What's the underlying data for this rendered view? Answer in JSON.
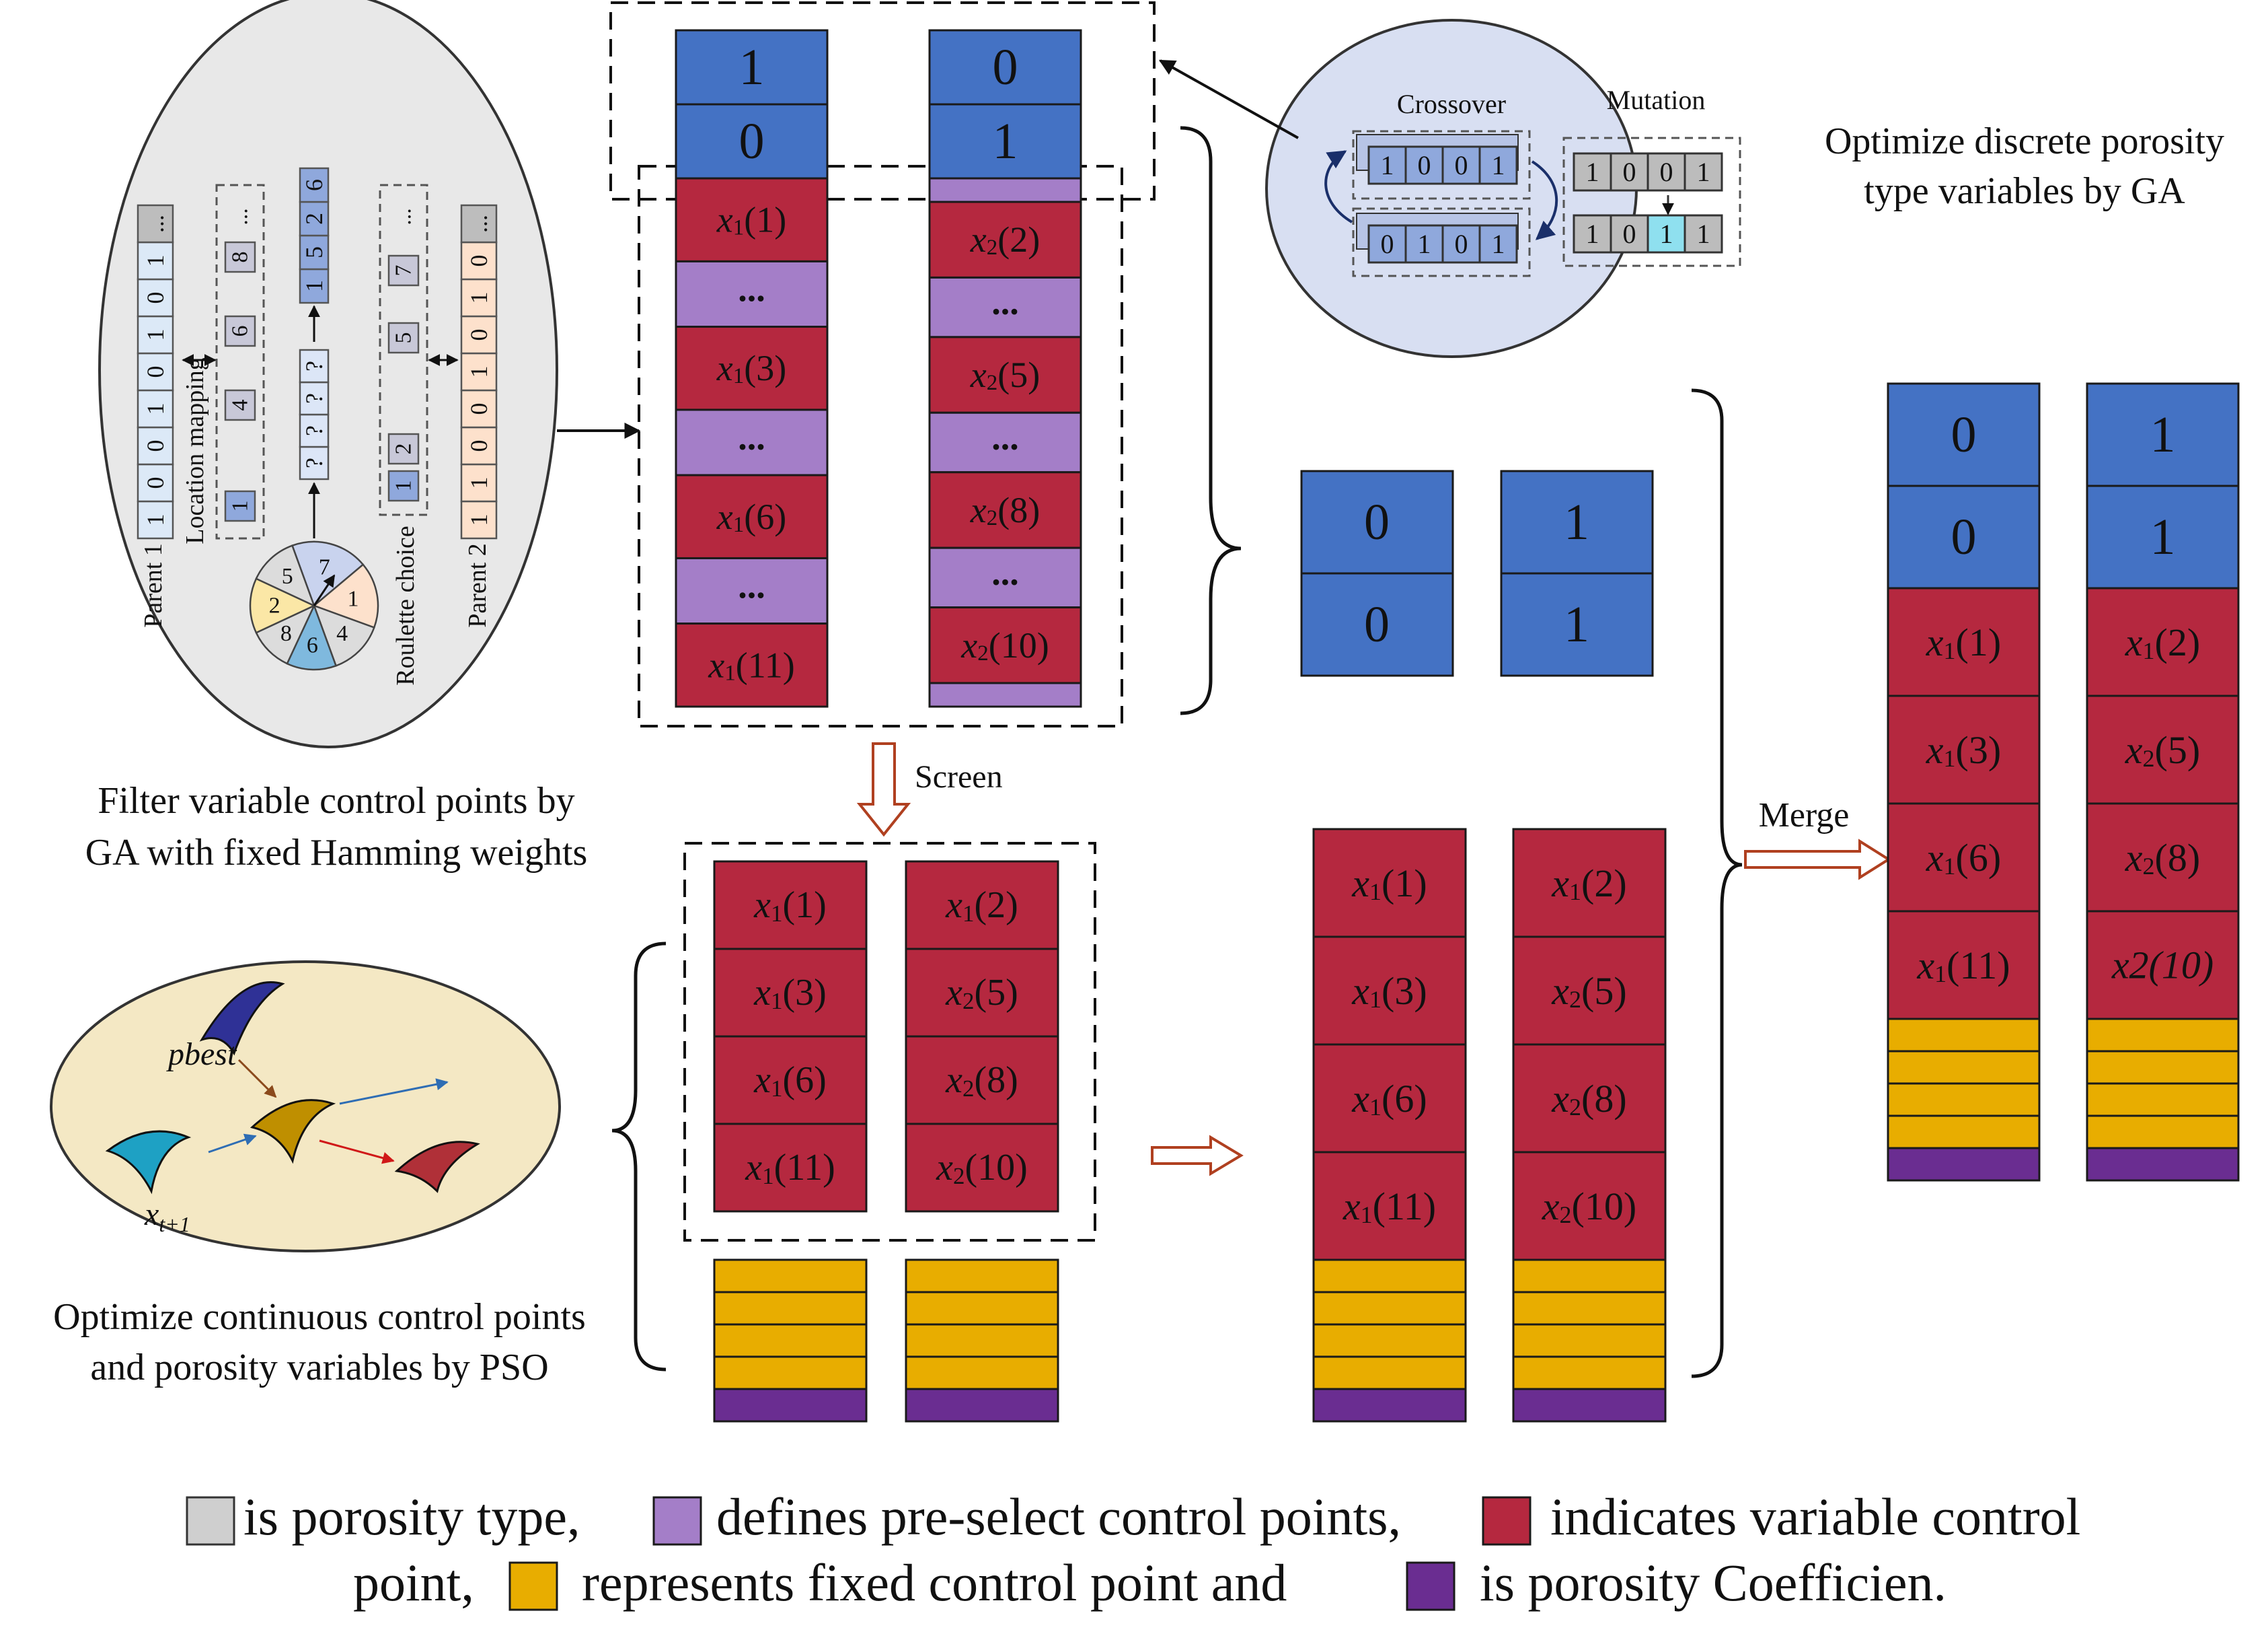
{
  "ga_porosity": {
    "crossover_label": "Crossover",
    "mutation_label": "Mutation",
    "crossover_rows": [
      [
        "1",
        "0",
        "0",
        "1"
      ],
      [
        "0",
        "1",
        "0",
        "1"
      ]
    ],
    "mutation_rows": [
      [
        "1",
        "0",
        "0",
        "1"
      ],
      [
        "1",
        "0",
        "1",
        "1"
      ]
    ],
    "caption_line1": "Optimize discrete porosity",
    "caption_line2": "type variables by GA"
  },
  "ga_filter": {
    "parent1_label": "Parent 1",
    "parent2_label": "Parent 2",
    "location_mapping_label": "Location mapping",
    "roulette_label": "Roulette choice",
    "parent1_bits": [
      "1",
      "0",
      "0",
      "1",
      "0",
      "1",
      "0",
      "1",
      "..."
    ],
    "parent2_bits": [
      "1",
      "1",
      "0",
      "0",
      "1",
      "0",
      "1",
      "0",
      "..."
    ],
    "mapping_indices": [
      "1",
      "4",
      "6",
      "8",
      "..."
    ],
    "roulette_indices": [
      "1",
      "2",
      "5",
      "7",
      "..."
    ],
    "unknown_bits": [
      "?",
      "?",
      "?",
      "?"
    ],
    "result_bits": [
      "1",
      "5",
      "2",
      "6"
    ],
    "wheel_numbers": [
      "7",
      "1",
      "4",
      "6",
      "8",
      "2",
      "5"
    ],
    "caption_line1": "Filter variable control points by",
    "caption_line2": "GA with fixed Hamming weights"
  },
  "pso": {
    "pbest_label": "pbest",
    "xt_label_base": "x",
    "xt_label_sub": "t+1",
    "caption_line1": "Optimize continuous control points",
    "caption_line2": "and porosity variables by PSO"
  },
  "top_columns": {
    "col1_bits": [
      "1",
      "0"
    ],
    "col2_bits": [
      "0",
      "1"
    ],
    "col1_cells": [
      {
        "kind": "red",
        "base": "x",
        "sub": "1",
        "idx": "(1)"
      },
      {
        "kind": "purple",
        "text": "..."
      },
      {
        "kind": "red",
        "base": "x",
        "sub": "1",
        "idx": "(3)"
      },
      {
        "kind": "purple",
        "text": "..."
      },
      {
        "kind": "red",
        "base": "x",
        "sub": "1",
        "idx": "(6)"
      },
      {
        "kind": "purple",
        "text": "..."
      },
      {
        "kind": "red",
        "base": "x",
        "sub": "1",
        "idx": "(11)"
      }
    ],
    "col2_cells": [
      {
        "kind": "purple",
        "text": ""
      },
      {
        "kind": "red",
        "base": "x",
        "sub": "2",
        "idx": "(2)"
      },
      {
        "kind": "purple",
        "text": "..."
      },
      {
        "kind": "red",
        "base": "x",
        "sub": "2",
        "idx": "(5)"
      },
      {
        "kind": "purple",
        "text": "..."
      },
      {
        "kind": "red",
        "base": "x",
        "sub": "2",
        "idx": "(8)"
      },
      {
        "kind": "purple",
        "text": "..."
      },
      {
        "kind": "red",
        "base": "x",
        "sub": "2",
        "idx": "(10)"
      },
      {
        "kind": "purple",
        "text": ""
      }
    ]
  },
  "screen_label": "Screen",
  "merge_label": "Merge",
  "mid_bits": {
    "col1": [
      "0",
      "0"
    ],
    "col2": [
      "1",
      "1"
    ]
  },
  "screened": {
    "col1": [
      {
        "base": "x",
        "sub": "1",
        "idx": "(1)"
      },
      {
        "base": "x",
        "sub": "1",
        "idx": "(3)"
      },
      {
        "base": "x",
        "sub": "1",
        "idx": "(6)"
      },
      {
        "base": "x",
        "sub": "1",
        "idx": "(11)"
      }
    ],
    "col2": [
      {
        "base": "x",
        "sub": "1",
        "idx": "(2)"
      },
      {
        "base": "x",
        "sub": "2",
        "idx": "(5)"
      },
      {
        "base": "x",
        "sub": "2",
        "idx": "(8)"
      },
      {
        "base": "x",
        "sub": "2",
        "idx": "(10)"
      }
    ]
  },
  "optimized": {
    "col1": [
      {
        "base": "x",
        "sub": "1",
        "idx": "(1)"
      },
      {
        "base": "x",
        "sub": "1",
        "idx": "(3)"
      },
      {
        "base": "x",
        "sub": "1",
        "idx": "(6)"
      },
      {
        "base": "x",
        "sub": "1",
        "idx": "(11)"
      }
    ],
    "col2": [
      {
        "base": "x",
        "sub": "1",
        "idx": "(2)"
      },
      {
        "base": "x",
        "sub": "2",
        "idx": "(5)"
      },
      {
        "base": "x",
        "sub": "2",
        "idx": "(8)"
      },
      {
        "base": "x",
        "sub": "2",
        "idx": "(10)"
      }
    ]
  },
  "final": {
    "col1_bits": [
      "0",
      "0"
    ],
    "col2_bits": [
      "1",
      "1"
    ],
    "col1": [
      {
        "base": "x",
        "sub": "1",
        "idx": "(1)"
      },
      {
        "base": "x",
        "sub": "1",
        "idx": "(3)"
      },
      {
        "base": "x",
        "sub": "1",
        "idx": "(6)"
      },
      {
        "base": "x",
        "sub": "1",
        "idx": "(11)"
      }
    ],
    "col2": [
      {
        "base": "x",
        "sub": "1",
        "idx": "(2)"
      },
      {
        "base": "x",
        "sub": "2",
        "idx": "(5)"
      },
      {
        "base": "x",
        "sub": "2",
        "idx": "(8)"
      },
      {
        "plain": "x2(10)"
      }
    ]
  },
  "legend": {
    "porosity_type": "is porosity  type,",
    "preselect": "defines pre-select control points,",
    "variable": "indicates variable control",
    "point": "point,",
    "fixed": "represents  fixed control point  and",
    "coefficient": "is porosity  Coefficien."
  },
  "colors": {
    "blue": "#4472c4",
    "red": "#b5283f",
    "purple": "#a47ec8",
    "gold": "#e8ad00",
    "dark_purple": "#6a2d91",
    "gray": "#cfcfcf"
  }
}
